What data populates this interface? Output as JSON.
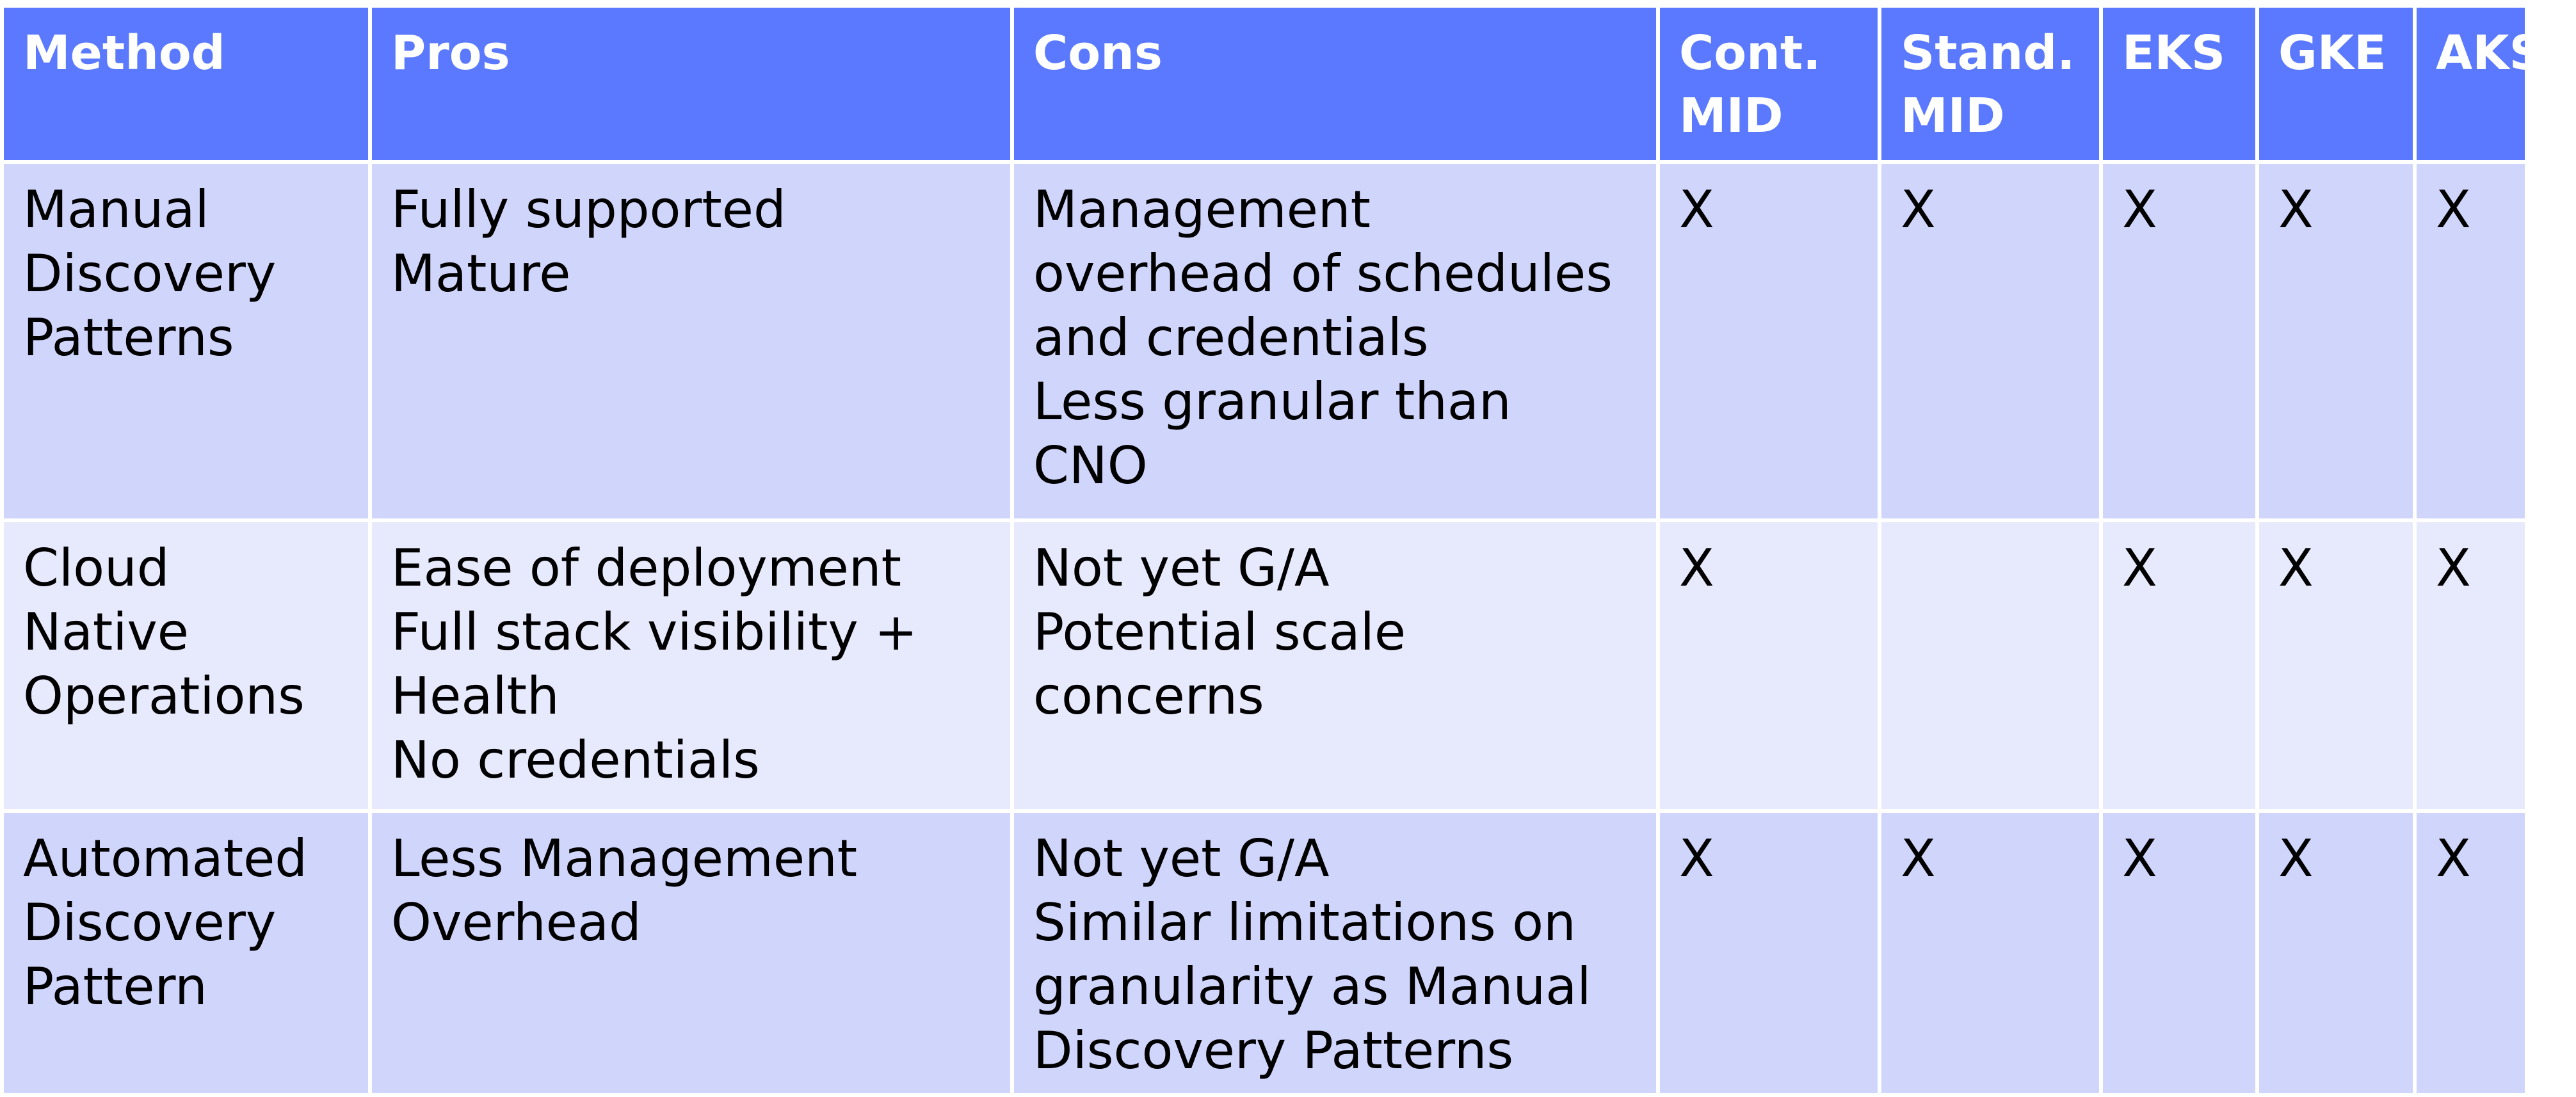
{
  "table": {
    "headers": [
      "Method",
      "Pros",
      "Cons",
      "Cont. MID",
      "Stand. MID",
      "EKS",
      "GKE",
      "AKS"
    ],
    "header_lines": [
      [
        "Method"
      ],
      [
        "Pros"
      ],
      [
        "Cons"
      ],
      [
        "Cont.",
        "MID"
      ],
      [
        "Stand.",
        "MID"
      ],
      [
        "EKS"
      ],
      [
        "GKE"
      ],
      [
        "AKS"
      ]
    ],
    "rows": [
      {
        "method": [
          "Manual",
          "Discovery",
          "Patterns"
        ],
        "pros": [
          "Fully supported",
          "Mature"
        ],
        "cons": [
          "Management",
          "overhead of schedules",
          "and credentials",
          "Less granular than",
          "CNO"
        ],
        "cont_mid": "X",
        "stand_mid": "X",
        "eks": "X",
        "gke": "X",
        "aks": "X"
      },
      {
        "method": [
          "Cloud",
          "Native",
          "Operations"
        ],
        "pros": [
          "Ease of deployment",
          "Full stack visibility +",
          "Health",
          "No credentials"
        ],
        "cons": [
          "Not yet G/A",
          "Potential scale",
          "concerns"
        ],
        "cont_mid": "X",
        "stand_mid": "",
        "eks": "X",
        "gke": "X",
        "aks": "X"
      },
      {
        "method": [
          "Automated",
          "Discovery",
          "Pattern"
        ],
        "pros": [
          "Less Management",
          "Overhead"
        ],
        "cons": [
          "Not yet G/A",
          "Similar limitations on",
          "granularity as Manual",
          "Discovery Patterns"
        ],
        "cont_mid": "X",
        "stand_mid": "X",
        "eks": "X",
        "gke": "X",
        "aks": "X"
      }
    ]
  },
  "colors": {
    "header_bg": "#5a79ff",
    "row_dark": "#d0d5fb",
    "row_light": "#e7e9fc",
    "border": "#ffffff"
  }
}
